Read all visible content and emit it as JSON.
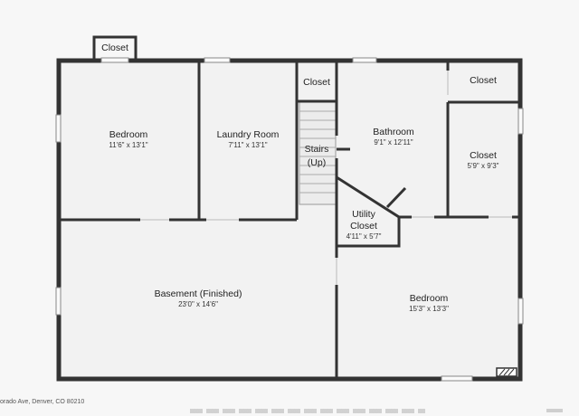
{
  "rooms": {
    "closet_top": {
      "name": "Closet"
    },
    "bedroom_nw": {
      "name": "Bedroom",
      "dims": "11'6\" x 13'1\""
    },
    "laundry": {
      "name": "Laundry Room",
      "dims": "7'11\" x 13'1\""
    },
    "closet_mid": {
      "name": "Closet"
    },
    "stairs": {
      "line1": "Stairs",
      "line2": "(Up)"
    },
    "bathroom": {
      "name": "Bathroom",
      "dims": "9'1\" x 12'11\""
    },
    "closet_ne": {
      "name": "Closet"
    },
    "closet_e": {
      "name": "Closet",
      "dims": "5'9\" x 9'3\""
    },
    "utility": {
      "line1": "Utility",
      "line2": "Closet",
      "dims": "4'11\" x 5'7\""
    },
    "basement": {
      "name": "Basement (Finished)",
      "dims": "23'0\" x 14'6\""
    },
    "bedroom_se": {
      "name": "Bedroom",
      "dims": "15'3\" x 13'3\""
    }
  },
  "footer": {
    "address": "orado Ave, Denver, CO 80210"
  }
}
